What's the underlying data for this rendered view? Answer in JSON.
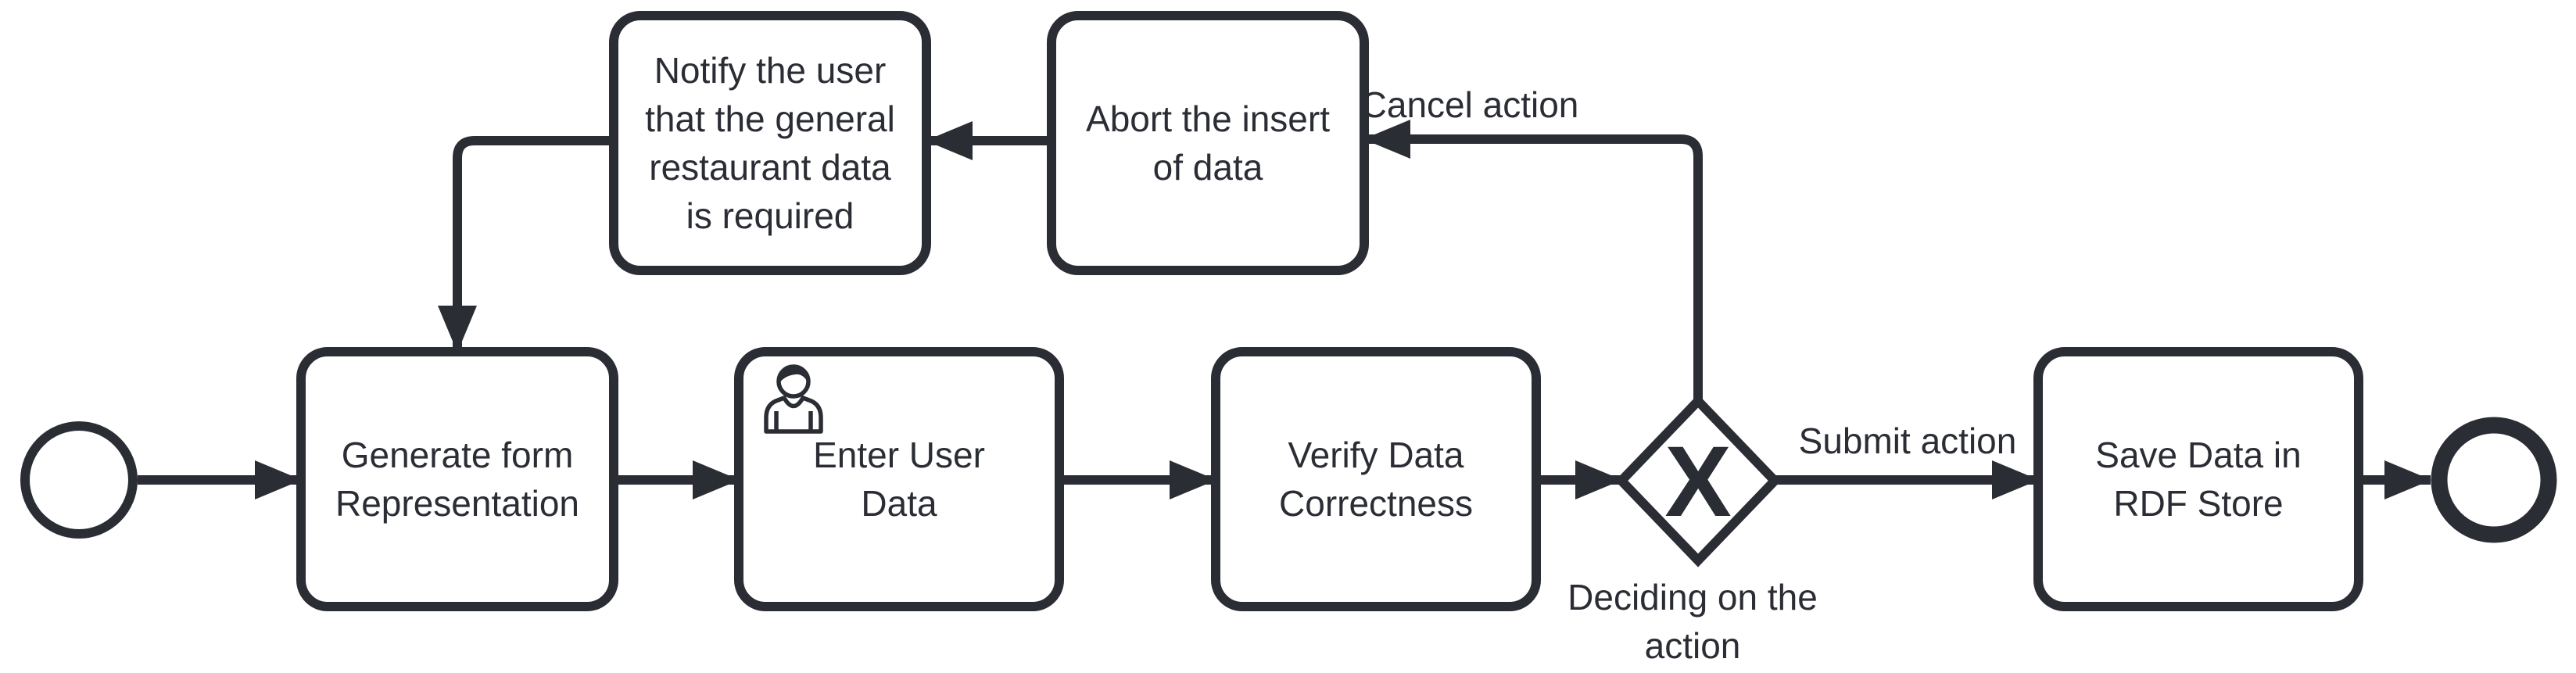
{
  "colors": {
    "ink": "#2b2d35",
    "background": "#ffffff"
  },
  "diagram": {
    "type": "bpmn-process-diagram",
    "events": {
      "start": {
        "kind": "start-event"
      },
      "end": {
        "kind": "end-event"
      }
    },
    "tasks": {
      "generate": {
        "lines": [
          "Generate form",
          "Representation"
        ]
      },
      "enter": {
        "lines": [
          "Enter User",
          "Data"
        ],
        "icon": "user-icon"
      },
      "verify": {
        "lines": [
          "Verify Data",
          "Correctness"
        ]
      },
      "save": {
        "lines": [
          "Save Data in",
          "RDF Store"
        ]
      },
      "notify": {
        "lines": [
          "Notify the user",
          "that the general",
          "restaurant data",
          "is required"
        ]
      },
      "abort": {
        "lines": [
          "Abort the insert",
          "of data"
        ]
      }
    },
    "gateway": {
      "kind": "exclusive-gateway",
      "symbol": "X",
      "label_lines": [
        "Deciding on the",
        "action"
      ]
    },
    "flow_labels": {
      "submit": "Submit action",
      "cancel": "Cancel action"
    }
  }
}
